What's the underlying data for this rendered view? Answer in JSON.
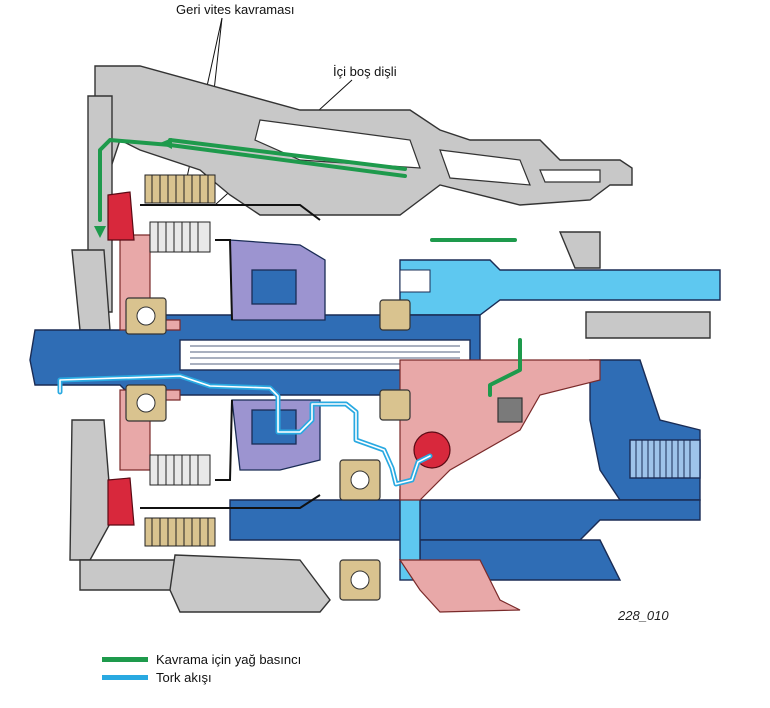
{
  "callouts": {
    "reverse_clutch": "Geri vites kavraması",
    "hollow_gear": "İçi boş dişli"
  },
  "figure_code": "228_010",
  "legend": [
    {
      "label": "Kavrama için yağ basıncı",
      "color": "#1e9a4c"
    },
    {
      "label": "Tork akışı",
      "color": "#29a9e1"
    }
  ],
  "colors": {
    "housing": "#c8c8c8",
    "shaft_blue": "#2f6db5",
    "light_blue": "#5ec8f0",
    "clutch_pink": "#e8a8a8",
    "piston_red": "#d8283c",
    "bearing_tan": "#d9c38f",
    "lilac": "#9c94d0",
    "oil_green": "#1e9a4c",
    "torque_cyan": "#29a9e1"
  }
}
